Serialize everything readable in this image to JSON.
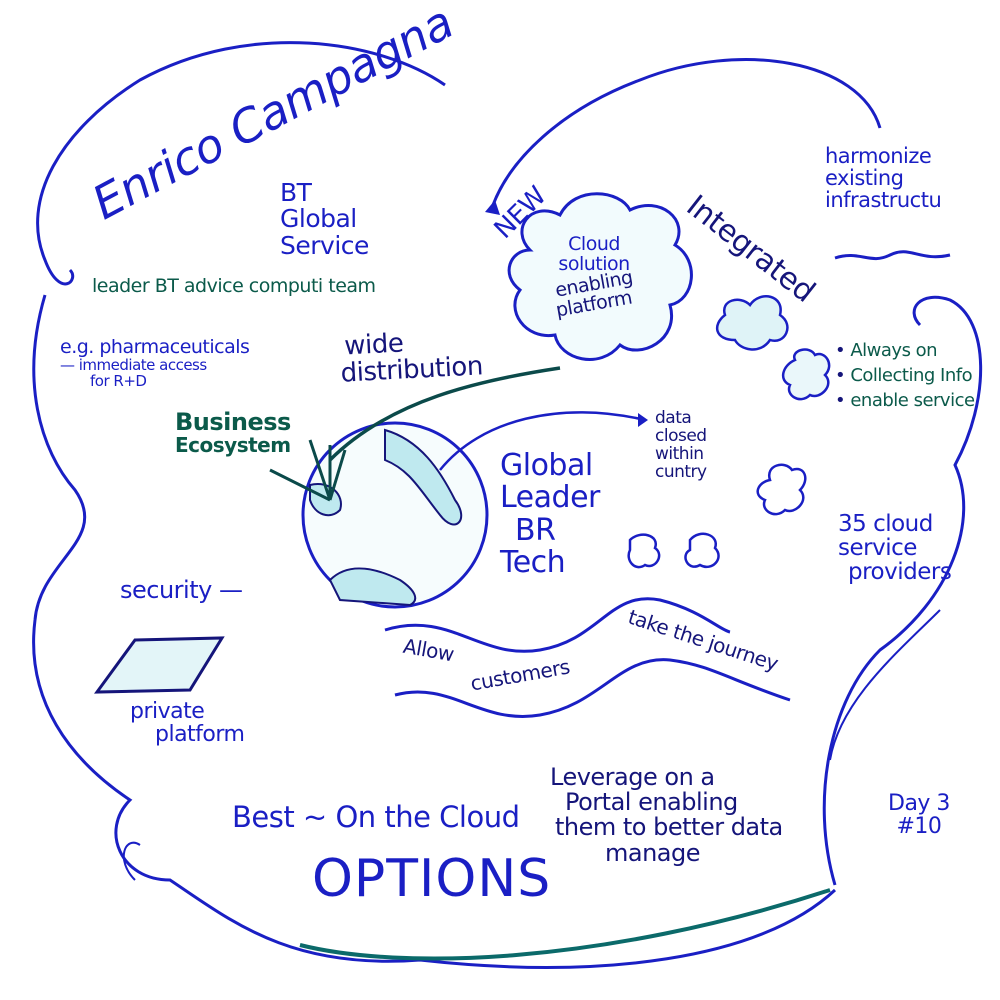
{
  "title": {
    "name": "Enrico Campagna",
    "org": [
      "BT",
      "Global",
      "Service"
    ],
    "role": "leader BT advice computi team"
  },
  "example": {
    "line1": "e.g. pharmaceuticals",
    "line2": "— immediate access",
    "line3": "for R+D"
  },
  "wide_distribution": [
    "wide",
    "distribution"
  ],
  "business_ecosystem": [
    "Business",
    "Ecosystem"
  ],
  "new_label": "NEW",
  "cloud": [
    "Cloud",
    "solution",
    "enabling",
    "platform"
  ],
  "integrated": "Integrated",
  "harmonize": [
    "harmonize",
    "existing",
    "infrastructu"
  ],
  "bullets": [
    "Always on",
    "Collecting Info",
    "enable service"
  ],
  "data_closed": [
    "data",
    "closed",
    "within",
    "cuntry"
  ],
  "global_leader": [
    "Global",
    "Leader",
    "BR",
    "Tech"
  ],
  "providers": [
    "35 cloud",
    "service",
    "providers"
  ],
  "security": "security —",
  "private_platform": [
    "private",
    "platform"
  ],
  "journey": {
    "part1": "Allow",
    "part2": "customers",
    "part3": "take the journey"
  },
  "best": "Best ~ On the Cloud",
  "options": "OPTIONS",
  "leverage": [
    "Leverage on a",
    "Portal enabling",
    "them to better data",
    "manage"
  ],
  "day": [
    "Day 3",
    "#10"
  ],
  "colors": {
    "ink_blue": "#1a1fc4",
    "ink_green": "#0b5a4a",
    "ink_dark": "#15157a",
    "fill_cyan": "#bfe9ef"
  }
}
